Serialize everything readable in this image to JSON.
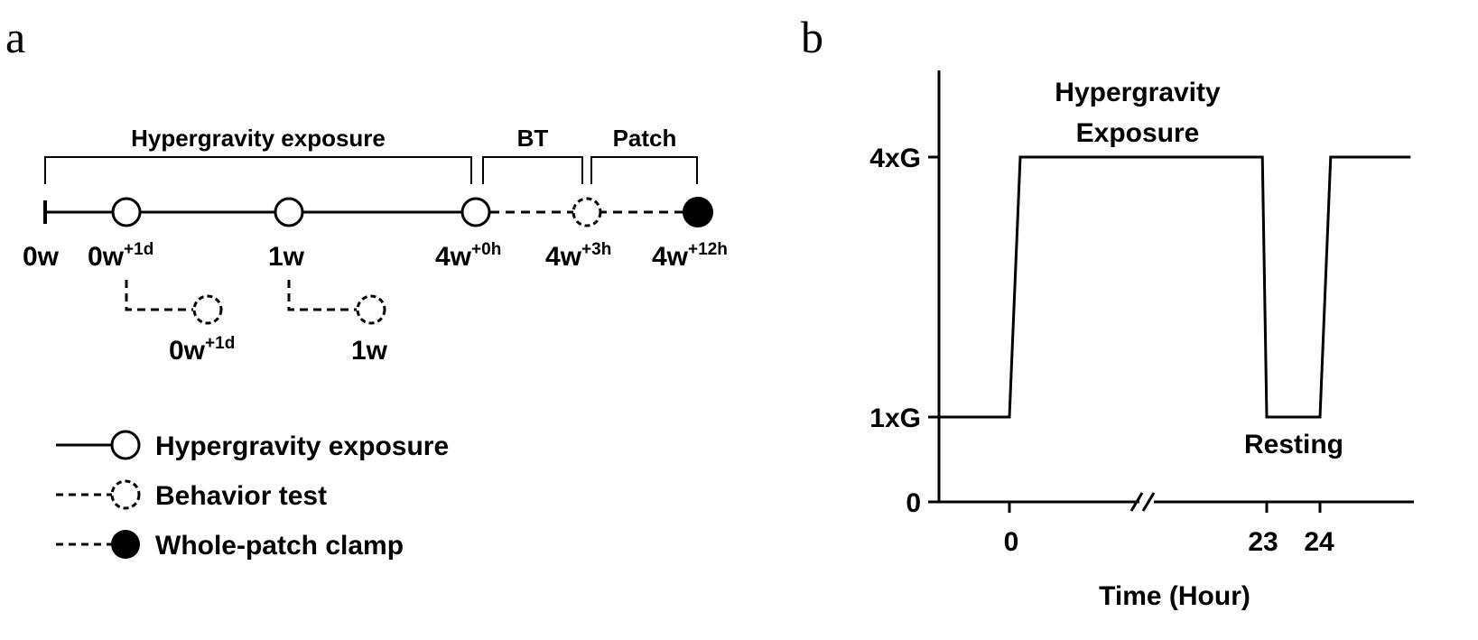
{
  "panel_a": {
    "letter": "a",
    "brackets": {
      "exposure": "Hypergravity exposure",
      "bt": "BT",
      "patch": "Patch"
    },
    "timeline": [
      {
        "base": "0w",
        "sup": ""
      },
      {
        "base": "0w",
        "sup": "+1d"
      },
      {
        "base": "1w",
        "sup": ""
      },
      {
        "base": "4w",
        "sup": "+0h"
      },
      {
        "base": "4w",
        "sup": "+3h"
      },
      {
        "base": "4w",
        "sup": "+12h"
      }
    ],
    "branches": [
      {
        "base": "0w",
        "sup": "+1d"
      },
      {
        "base": "1w",
        "sup": ""
      }
    ],
    "legend": [
      {
        "label": "Hypergravity exposure",
        "line": "solid",
        "marker": "open-circle"
      },
      {
        "label": "Behavior test",
        "line": "dashed",
        "marker": "dashed-circle"
      },
      {
        "label": "Whole-patch clamp",
        "line": "dashed",
        "marker": "filled-circle"
      }
    ]
  },
  "panel_b": {
    "letter": "b",
    "chart_data": {
      "type": "line",
      "y_ticks": [
        "0",
        "1xG",
        "4xG"
      ],
      "x_ticks": [
        "0",
        "23",
        "24"
      ],
      "xlabel": "Time (Hour)",
      "axis_break": true,
      "annotations": {
        "exposure_line1": "Hypergravity",
        "exposure_line2": "Exposure",
        "resting": "Resting"
      },
      "series": [
        {
          "points": [
            {
              "x": -1,
              "y": 1
            },
            {
              "x": 0,
              "y": 1
            },
            {
              "x": 0.15,
              "y": 4
            },
            {
              "x": 22.6,
              "y": 4
            },
            {
              "x": 23,
              "y": 1
            },
            {
              "x": 24,
              "y": 1
            },
            {
              "x": 24.2,
              "y": 4
            },
            {
              "x": 25.7,
              "y": 4
            }
          ]
        }
      ]
    }
  }
}
